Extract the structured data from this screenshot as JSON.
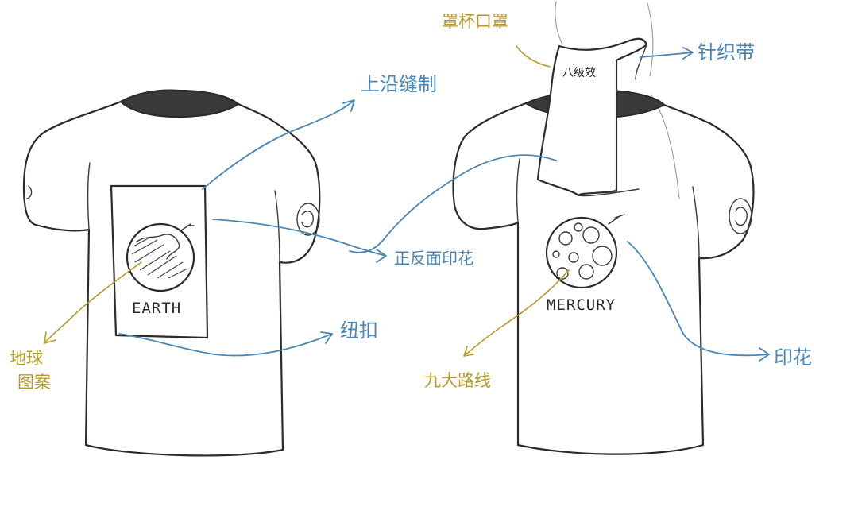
{
  "colors": {
    "annotation_blue": "#4a86b6",
    "annotation_gold": "#b79a2a",
    "pencil": "#2b2b2b"
  },
  "sketch_left": {
    "print_text": "EARTH",
    "labels": {
      "top_stitch": "上沿缝制",
      "front_print": "正反面印花",
      "button": "纽扣",
      "earth_design": "地球\n图案"
    }
  },
  "sketch_right": {
    "print_text": "MERCURY",
    "collar_text": "八级效",
    "labels": {
      "mouth_cover": "罩杯口罩",
      "knit_band": "针织带",
      "print": "印花",
      "route": "九大路线"
    }
  }
}
